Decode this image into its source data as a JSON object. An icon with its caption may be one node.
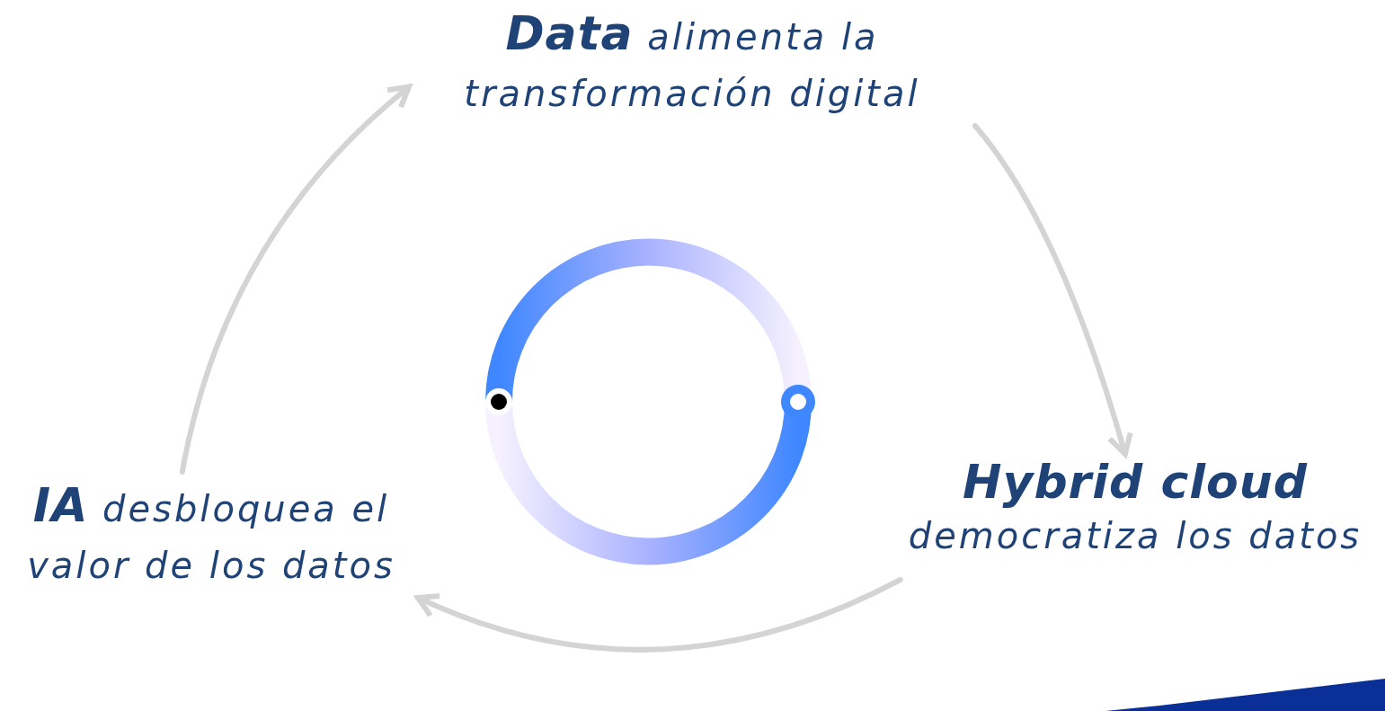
{
  "diagram": {
    "nodes": [
      {
        "text": [
          "**Data** alimenta la transformación digital"
        ]
      },
      {
        "text": [
          "Hybrid cloud",
          "democratiza los datos"
        ]
      },
      {
        "text": [
          "**IA** desbloquea el valor de los datos"
        ]
      }
    ],
    "edges": [
      {
        "from": 2,
        "to": 0,
        "arrow": "to"
      },
      {
        "from": 0,
        "to": 1,
        "arrow": "to"
      },
      {
        "from": 1,
        "to": 2,
        "arrow": "to"
      }
    ]
  }
}
